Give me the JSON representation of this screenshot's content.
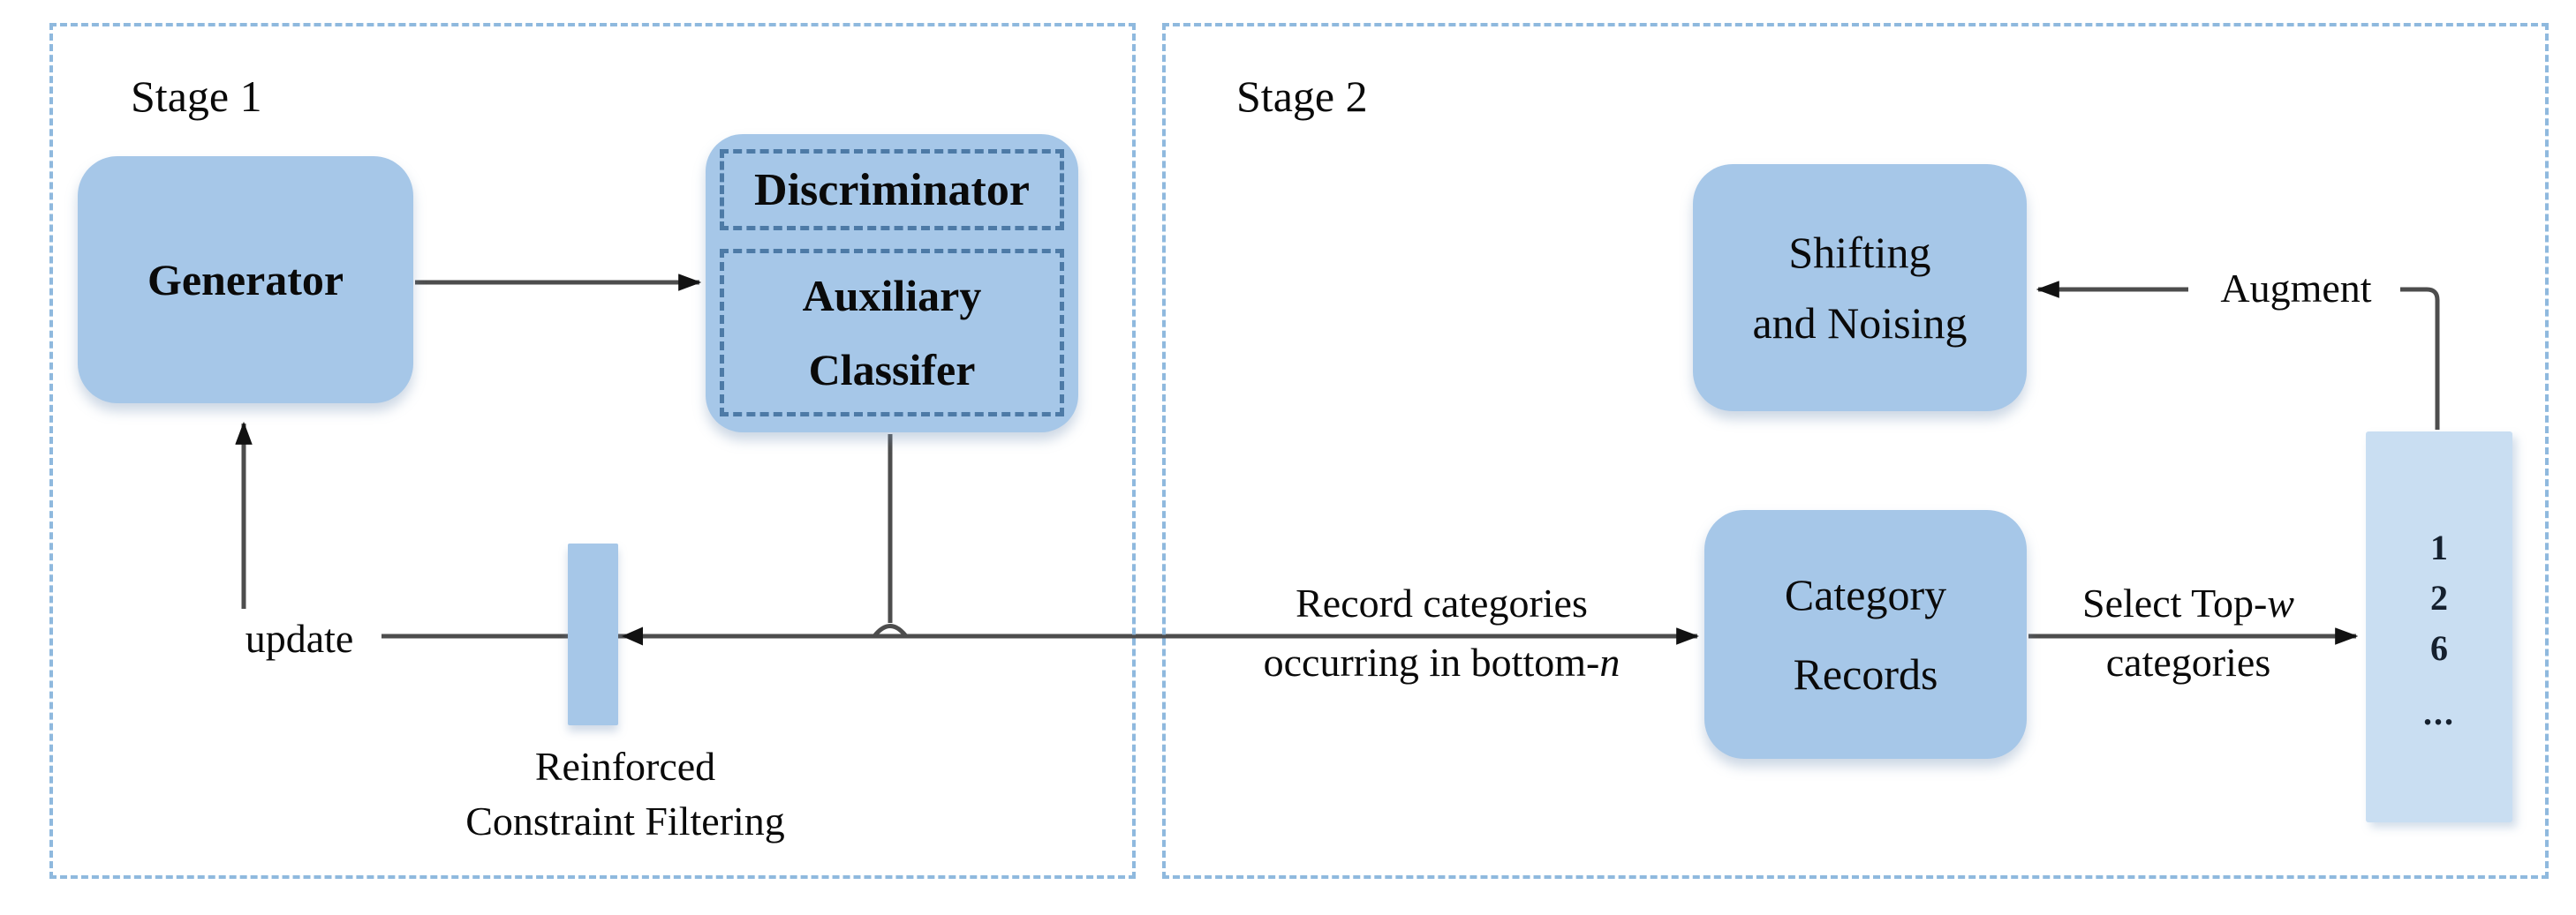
{
  "diagram": {
    "stage1": {
      "label": "Stage 1",
      "generator": {
        "label": "Generator"
      },
      "discriminator": {
        "label": "Discriminator"
      },
      "auxiliary_classifier": {
        "line1": "Auxiliary",
        "line2": "Classifer"
      },
      "update_label": "update",
      "filter_label": {
        "line1": "Reinforced",
        "line2": "Constraint Filtering"
      }
    },
    "stage2": {
      "label": "Stage 2",
      "shifting_noising": {
        "line1": "Shifting",
        "line2": "and Noising"
      },
      "category_records": {
        "line1": "Category",
        "line2": "Records"
      },
      "augment_label": "Augment",
      "record_arrow_label": {
        "line1": "Record categories",
        "line2_prefix": "occurring in bottom-",
        "line2_italic": "n"
      },
      "select_arrow_label": {
        "line1_prefix": "Select Top-",
        "line1_italic": "w",
        "line2": "categories"
      },
      "category_list": {
        "items": [
          "1",
          "2",
          "6",
          "..."
        ]
      }
    },
    "colors": {
      "box_fill": "#a6c7e8",
      "list_box_fill": "#c9def2",
      "panel_border": "#8fb9de",
      "inner_dashed_border": "#4d7aa6",
      "connector": "#4d4d4d",
      "arrowhead": "#121212",
      "text": "#0a0a0a"
    }
  }
}
